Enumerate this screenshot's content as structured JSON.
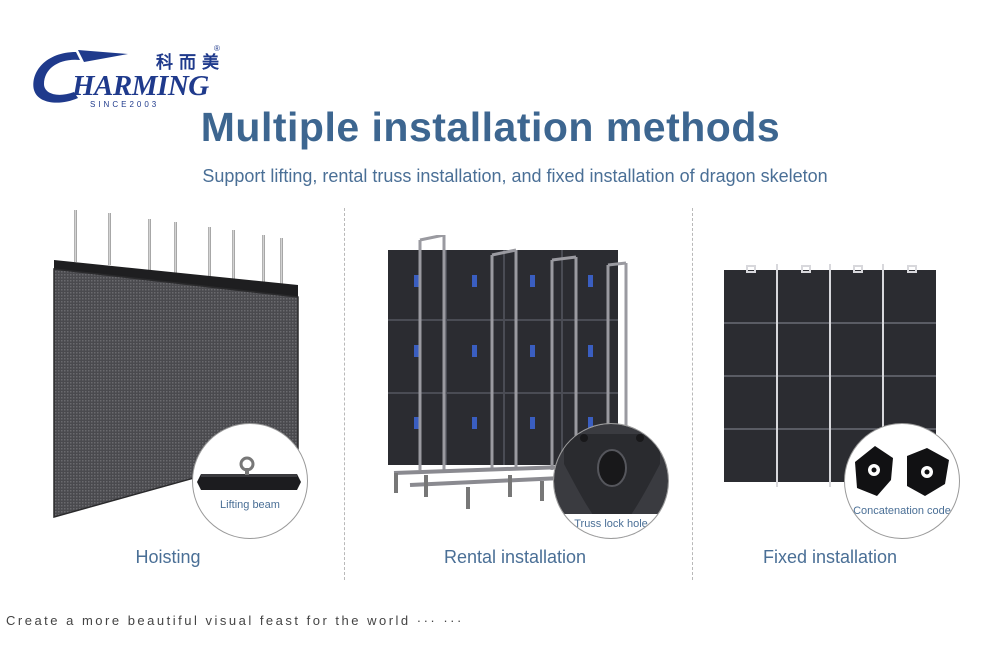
{
  "brand": {
    "chinese_name": "科而美",
    "registered_mark": "®",
    "wordmark": "HARMING",
    "since": "SINCE2003",
    "color": "#1f3a8c"
  },
  "title": "Multiple installation methods",
  "subtitle": "Support lifting, rental truss installation, and fixed installation of dragon skeleton",
  "panels": [
    {
      "caption": "Hoisting",
      "zoom_label": "Lifting beam"
    },
    {
      "caption": "Rental installation",
      "zoom_label": "Truss lock hole"
    },
    {
      "caption": "Fixed installation",
      "zoom_label": "Concatenation code"
    }
  ],
  "footer": "Create a more beautiful visual feast for the world ··· ···",
  "colors": {
    "title": "#3d6690",
    "caption": "#4a6f96",
    "panel_dark": "#2b2c31"
  }
}
